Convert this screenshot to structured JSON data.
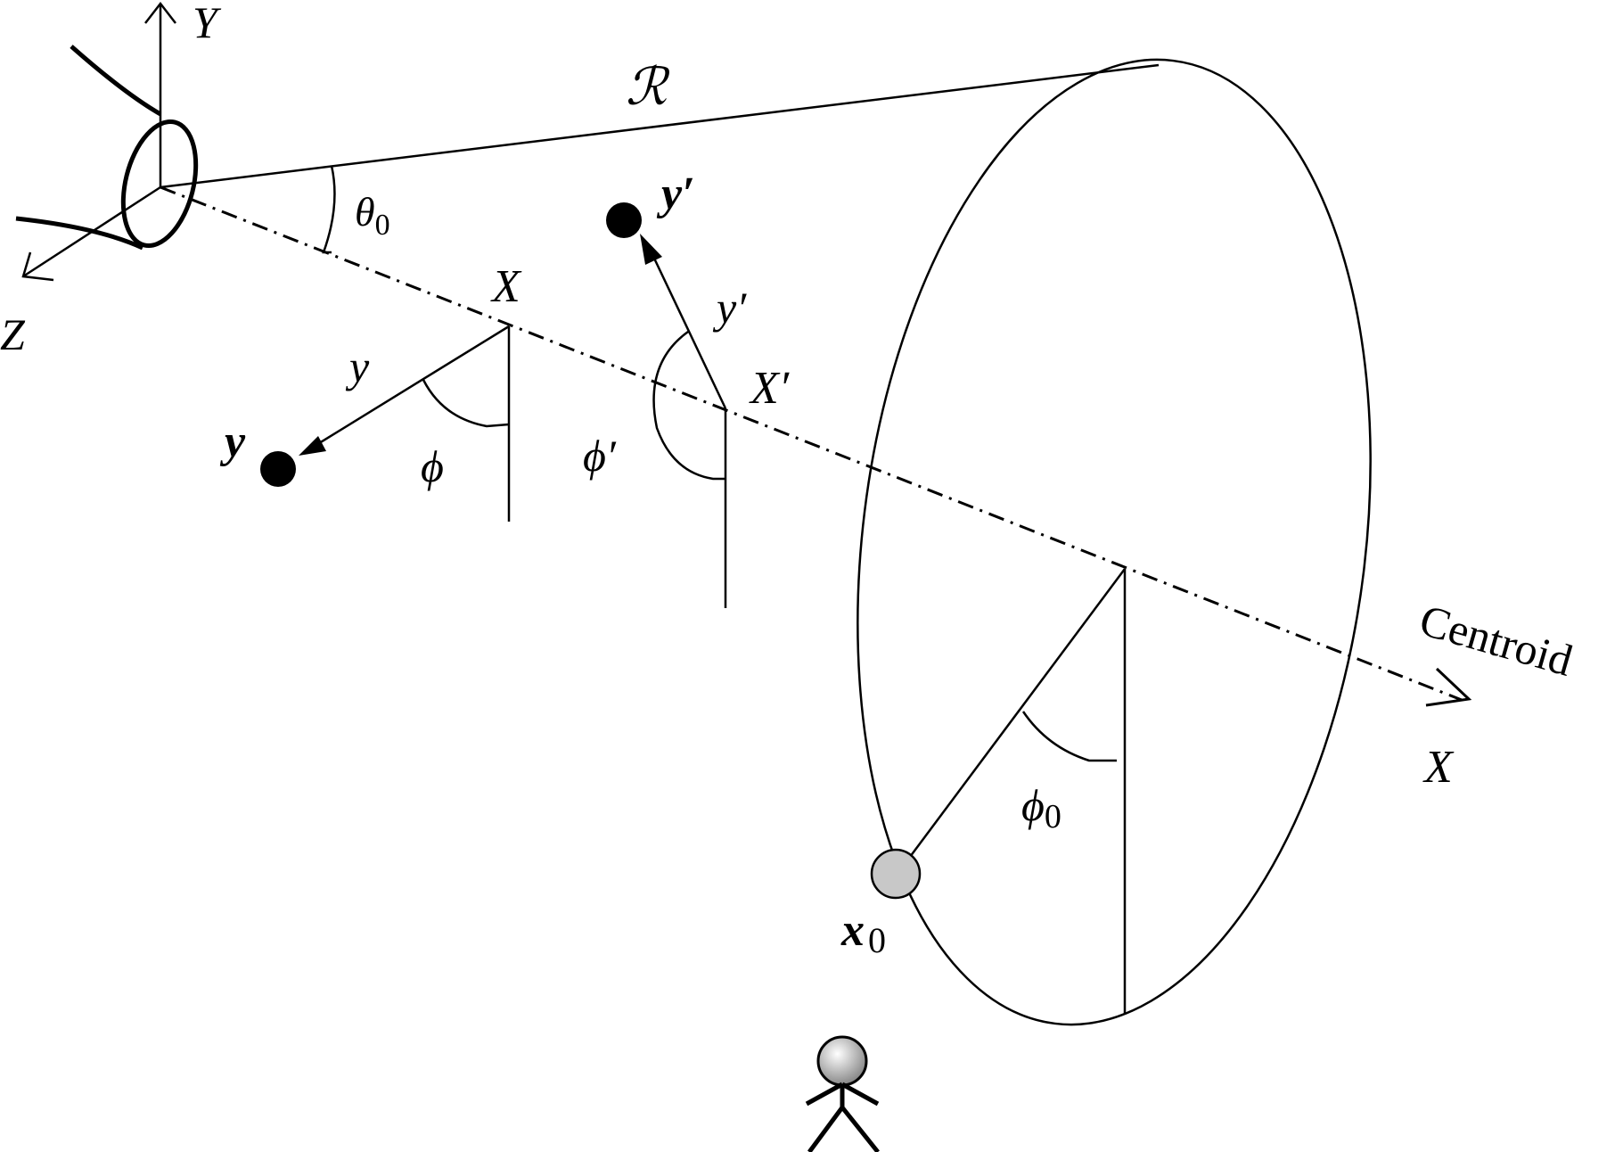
{
  "diagram": {
    "axes": {
      "y": "Y",
      "z": "Z"
    },
    "labels": {
      "range": "ℛ",
      "theta0": "θ",
      "theta0_sub": "0",
      "x_point": "X",
      "y_vec_small": "y",
      "y_bold": "y",
      "phi": "ϕ",
      "y_prime_bold": "y′",
      "y_prime_small": "y′",
      "x_prime": "X′",
      "phi_prime": "ϕ′",
      "centroid": "Centroid",
      "x_axis_far": "X",
      "phi0": "ϕ",
      "phi0_sub": "0",
      "x0": "x",
      "x0_sub": "0"
    },
    "colors": {
      "ink": "#000000",
      "target_fill": "#c8c8c8",
      "person_head": "#bbbbbb"
    },
    "icons": [
      "antenna-icon",
      "person-icon"
    ]
  }
}
